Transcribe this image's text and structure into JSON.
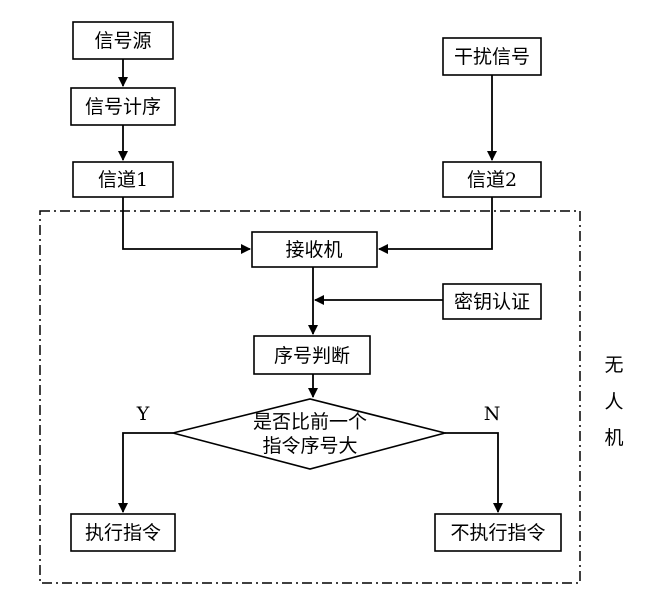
{
  "diagram": {
    "nodes": {
      "signal_source": "信号源",
      "signal_sequence": "信号计序",
      "channel1": "信道1",
      "interference": "干扰信号",
      "channel2": "信道2",
      "receiver": "接收机",
      "key_auth": "密钥认证",
      "seq_judge": "序号判断",
      "decision_line1": "是否比前一个",
      "decision_line2": "指令序号大",
      "execute": "执行指令",
      "not_execute": "不执行指令"
    },
    "branch_yes": "Y",
    "branch_no": "N",
    "uav_label": [
      "无",
      "人",
      "机"
    ]
  }
}
